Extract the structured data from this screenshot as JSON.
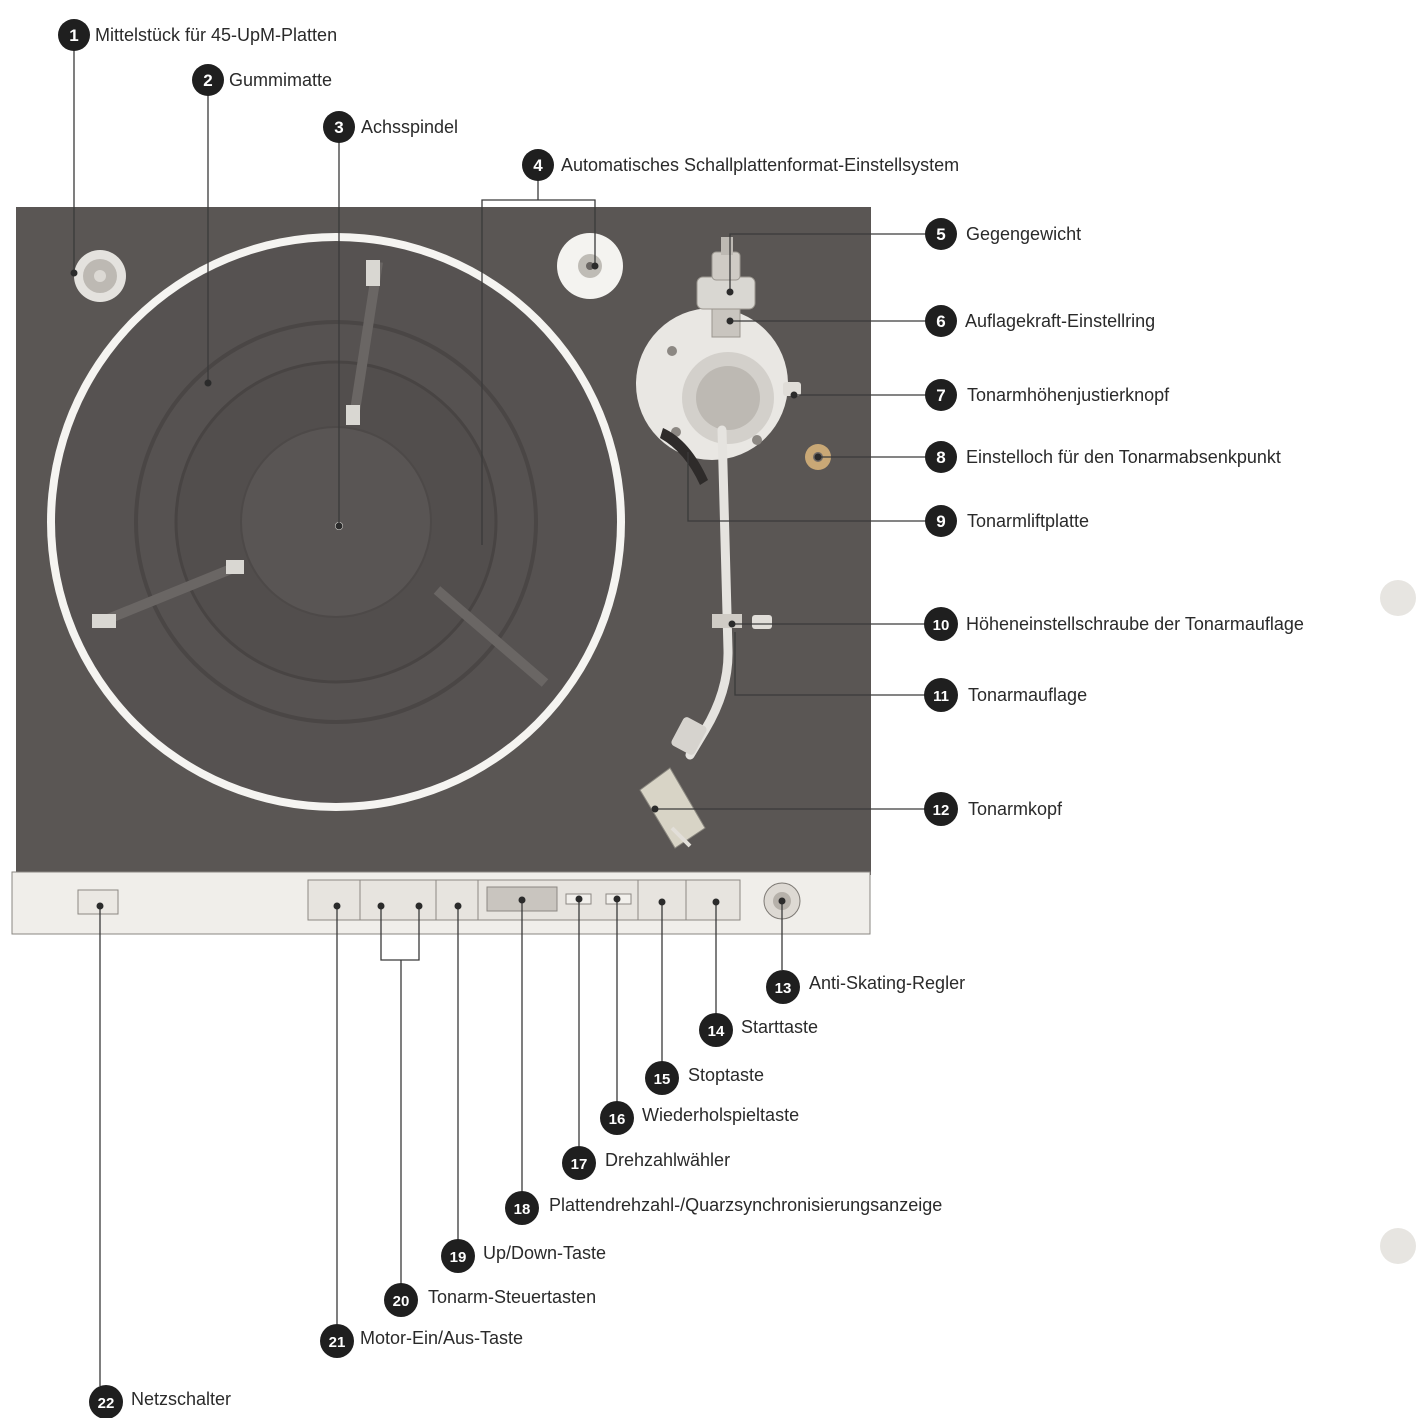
{
  "callouts": [
    {
      "num": "1",
      "label": "Mittelstück für 45-UpM-Platten"
    },
    {
      "num": "2",
      "label": "Gummimatte"
    },
    {
      "num": "3",
      "label": "Achsspindel"
    },
    {
      "num": "4",
      "label": "Automatisches Schallplattenformat-Einstellsystem"
    },
    {
      "num": "5",
      "label": "Gegengewicht"
    },
    {
      "num": "6",
      "label": "Auflagekraft-Einstellring"
    },
    {
      "num": "7",
      "label": "Tonarmhöhenjustierknopf"
    },
    {
      "num": "8",
      "label": "Einstelloch für den Tonarmabsenkpunkt"
    },
    {
      "num": "9",
      "label": "Tonarmliftplatte"
    },
    {
      "num": "10",
      "label": "Höheneinstellschraube der Tonarmauflage"
    },
    {
      "num": "11",
      "label": "Tonarmauflage"
    },
    {
      "num": "12",
      "label": "Tonarmkopf"
    },
    {
      "num": "13",
      "label": "Anti-Skating-Regler"
    },
    {
      "num": "14",
      "label": "Starttaste"
    },
    {
      "num": "15",
      "label": "Stoptaste"
    },
    {
      "num": "16",
      "label": "Wiederholspieltaste"
    },
    {
      "num": "17",
      "label": "Drehzahlwähler"
    },
    {
      "num": "18",
      "label": "Plattendrehzahl-/Quarzsynchronisierungsanzeige"
    },
    {
      "num": "19",
      "label": "Up/Down-Taste"
    },
    {
      "num": "20",
      "label": "Tonarm-Steuertasten"
    },
    {
      "num": "21",
      "label": "Motor-Ein/Aus-Taste"
    },
    {
      "num": "22",
      "label": "Netzschalter"
    }
  ],
  "colors": {
    "plinth": "#5a5654",
    "front_panel": "#f0eeea",
    "platter_rim": "#f5f4f1",
    "platter_mat": "#565251",
    "metal": "#d9d7d2",
    "callout_badge": "#1f1f1f",
    "leader_line": "#3a3a3a"
  }
}
